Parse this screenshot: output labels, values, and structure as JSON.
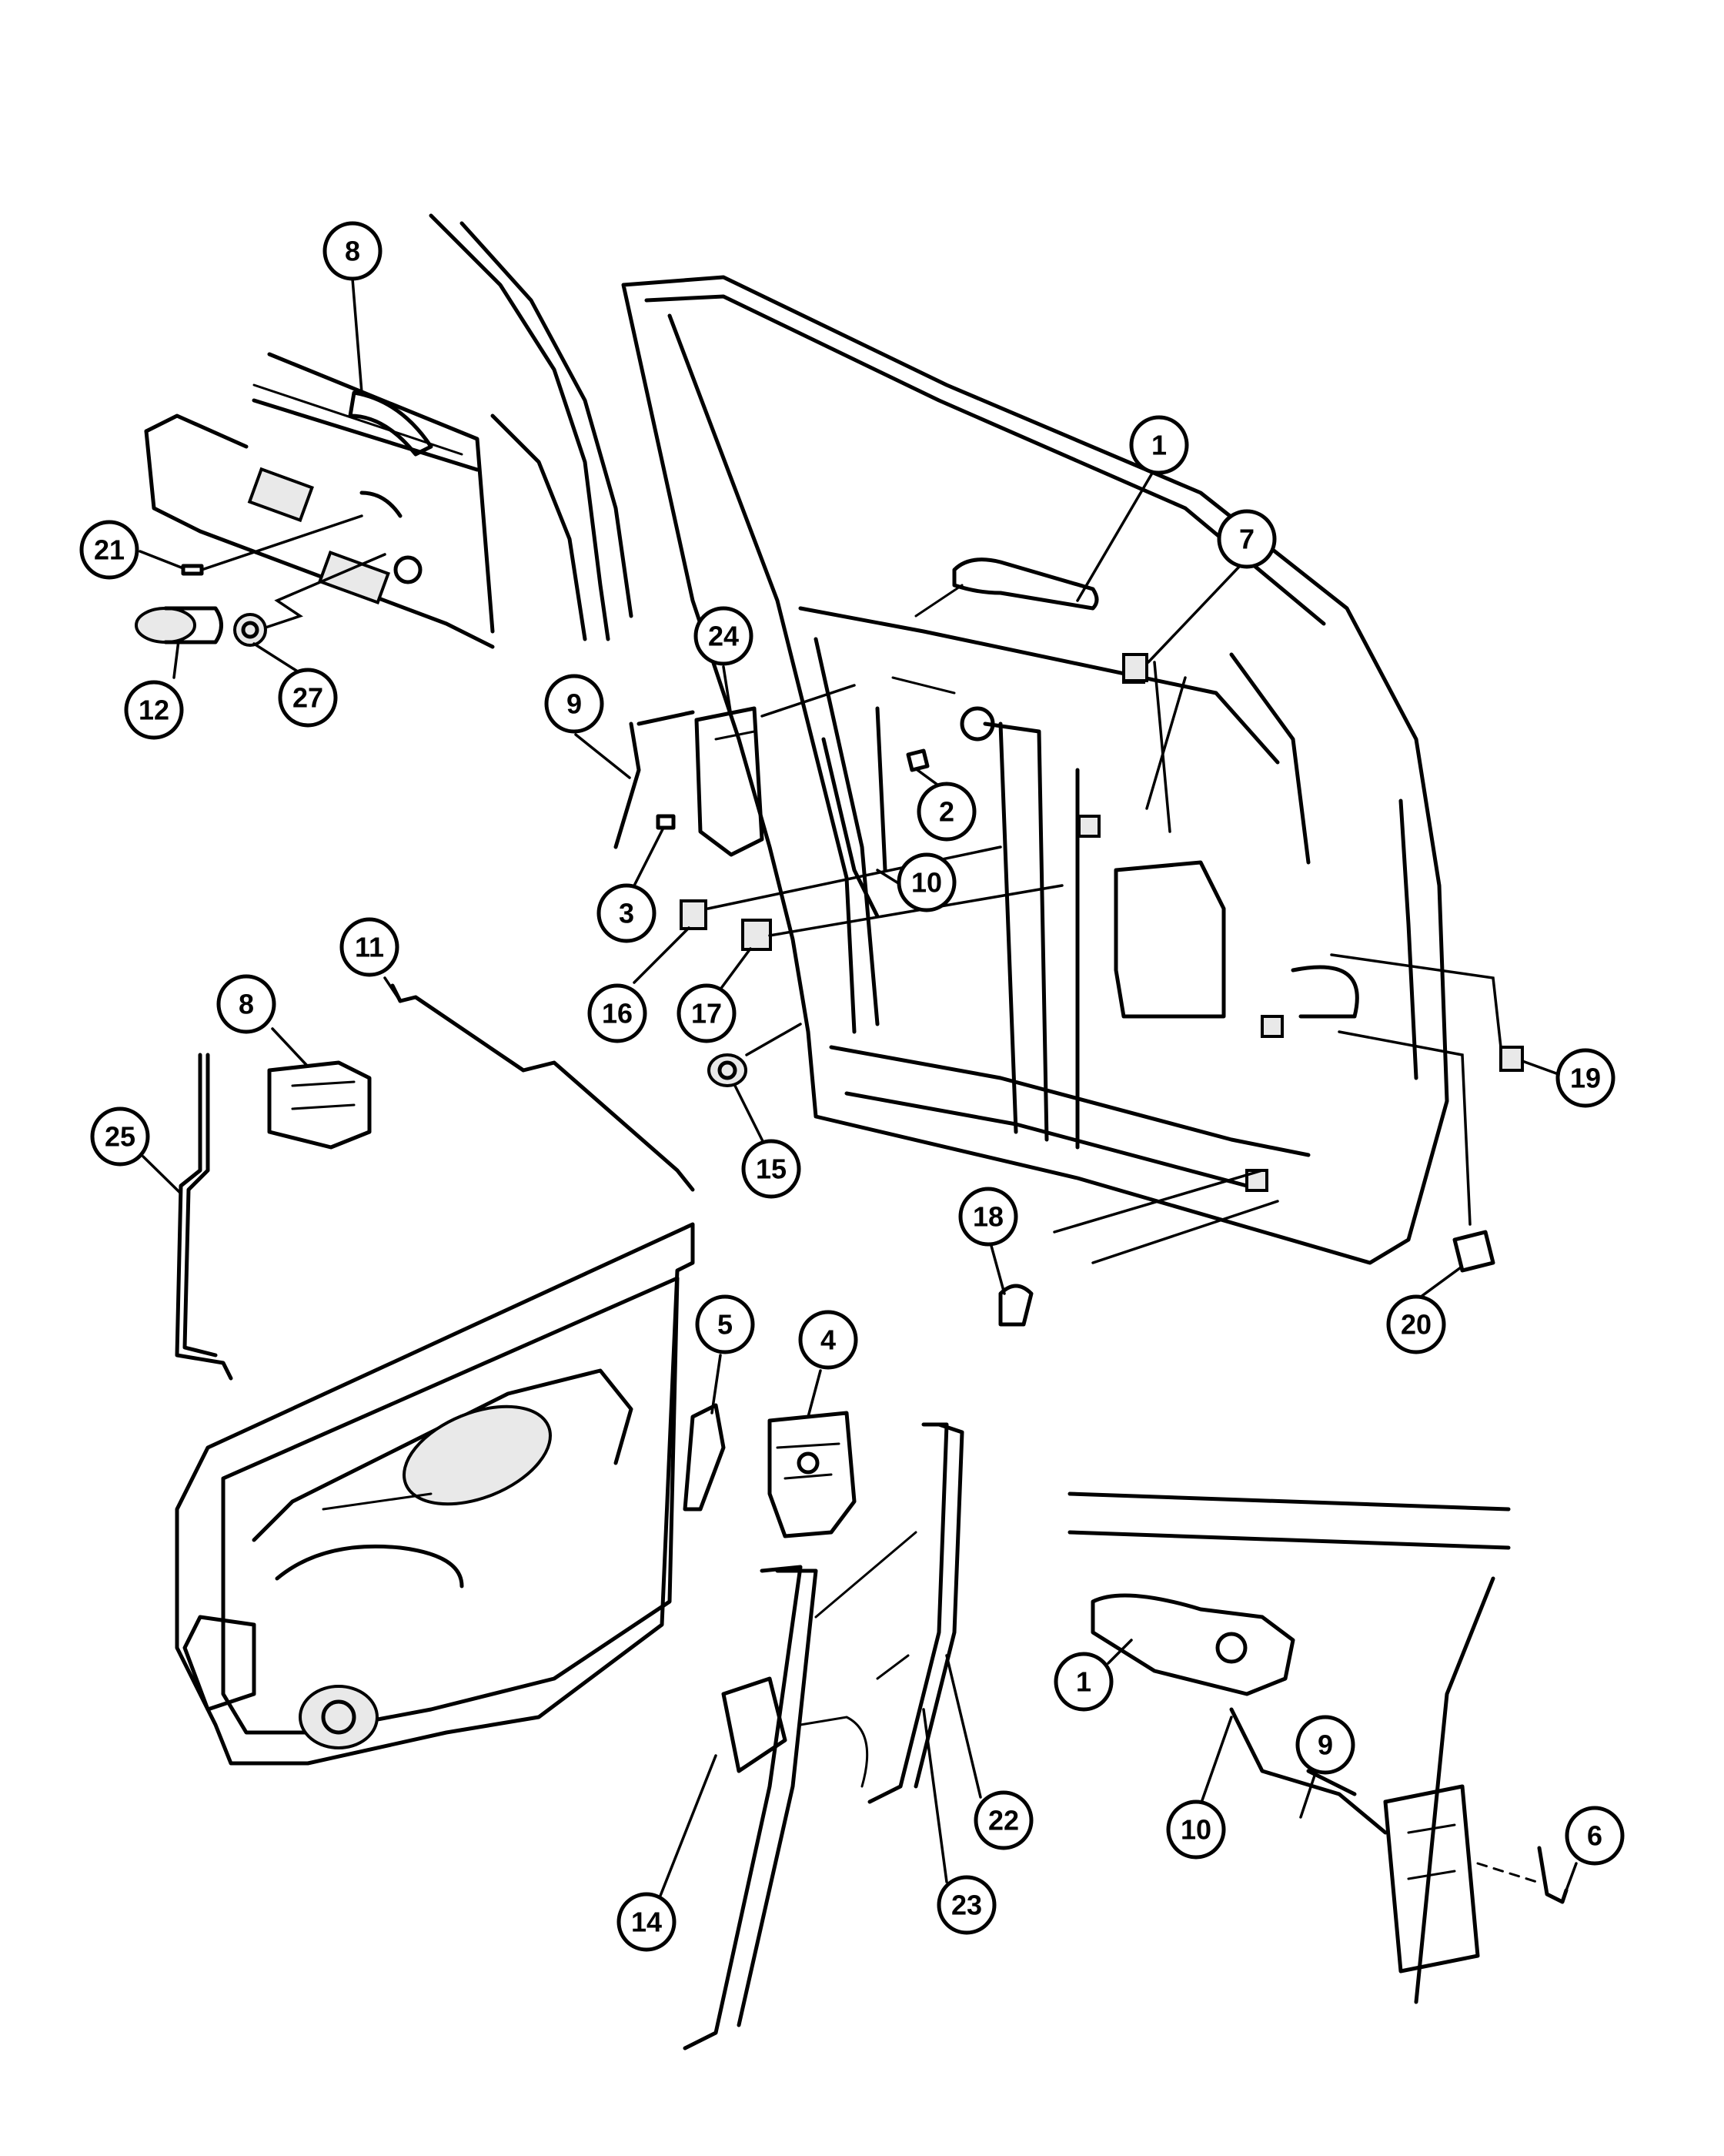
{
  "callouts": [
    {
      "id": "c-8a",
      "label": "8"
    },
    {
      "id": "c-21",
      "label": "21"
    },
    {
      "id": "c-12",
      "label": "12"
    },
    {
      "id": "c-27",
      "label": "27"
    },
    {
      "id": "c-9a",
      "label": "9"
    },
    {
      "id": "c-24",
      "label": "24"
    },
    {
      "id": "c-3",
      "label": "3"
    },
    {
      "id": "c-16",
      "label": "16"
    },
    {
      "id": "c-17",
      "label": "17"
    },
    {
      "id": "c-2",
      "label": "2"
    },
    {
      "id": "c-10a",
      "label": "10"
    },
    {
      "id": "c-1a",
      "label": "1"
    },
    {
      "id": "c-7",
      "label": "7"
    },
    {
      "id": "c-19",
      "label": "19"
    },
    {
      "id": "c-20",
      "label": "20"
    },
    {
      "id": "c-18",
      "label": "18"
    },
    {
      "id": "c-15",
      "label": "15"
    },
    {
      "id": "c-11",
      "label": "11"
    },
    {
      "id": "c-8b",
      "label": "8"
    },
    {
      "id": "c-25",
      "label": "25"
    },
    {
      "id": "c-5",
      "label": "5"
    },
    {
      "id": "c-4",
      "label": "4"
    },
    {
      "id": "c-22",
      "label": "22"
    },
    {
      "id": "c-23",
      "label": "23"
    },
    {
      "id": "c-14",
      "label": "14"
    },
    {
      "id": "c-1b",
      "label": "1"
    },
    {
      "id": "c-9b",
      "label": "9"
    },
    {
      "id": "c-10b",
      "label": "10"
    },
    {
      "id": "c-6",
      "label": "6"
    }
  ]
}
